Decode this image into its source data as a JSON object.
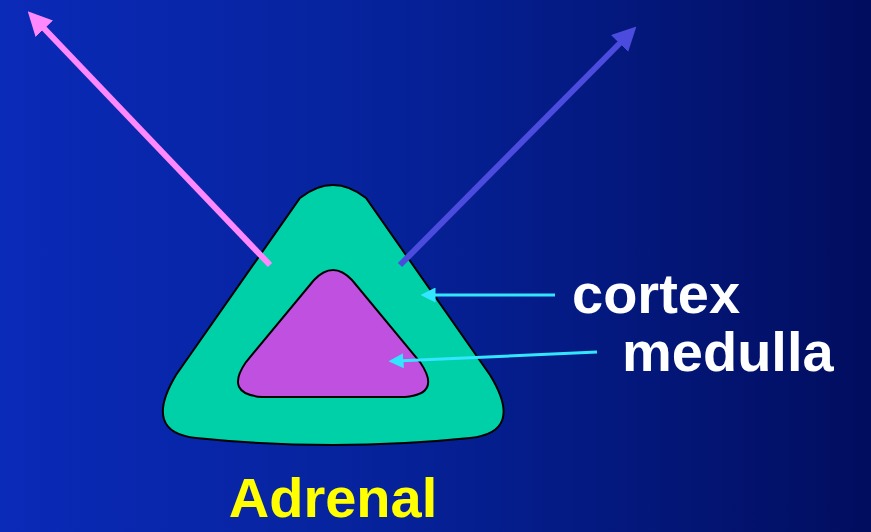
{
  "diagram": {
    "title": "Adrenal",
    "labels": [
      "cortex",
      "medulla"
    ]
  }
}
